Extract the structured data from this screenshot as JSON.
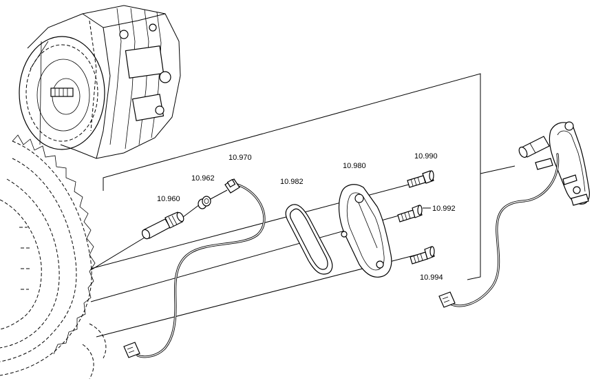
{
  "callouts": [
    {
      "id": "p10960",
      "text": "10.960"
    },
    {
      "id": "p10962",
      "text": "10.962"
    },
    {
      "id": "p10970",
      "text": "10.970"
    },
    {
      "id": "p10982",
      "text": "10.982"
    },
    {
      "id": "p10980",
      "text": "10.980"
    },
    {
      "id": "p10990",
      "text": "10.990"
    },
    {
      "id": "p10992",
      "text": "10.992"
    },
    {
      "id": "p10994",
      "text": "10.994"
    }
  ],
  "colors": {
    "line": "#000000",
    "background": "#ffffff"
  }
}
